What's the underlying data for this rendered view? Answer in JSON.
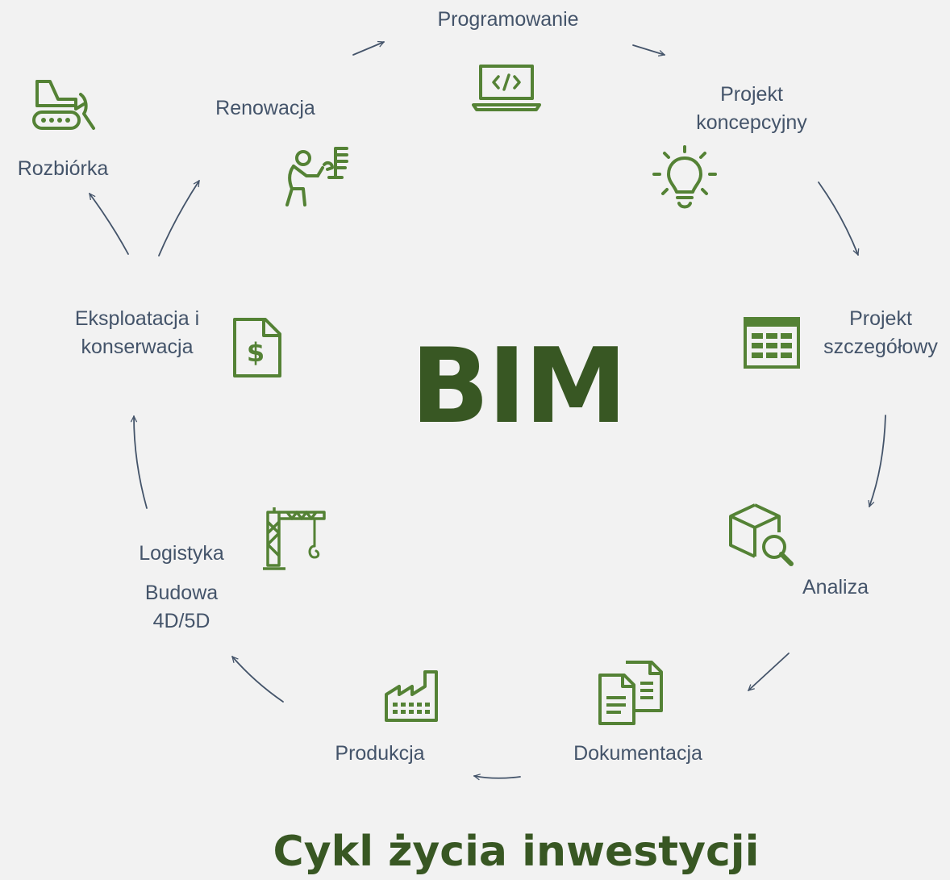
{
  "center_title": "BIM",
  "subtitle": "Cykl życia inwestycji",
  "colors": {
    "green": "#548235",
    "dark_green": "#385723",
    "arrow": "#44546a",
    "label": "#44546a",
    "background": "#f2f2f2"
  },
  "stages": [
    {
      "lines": [
        "Programowanie"
      ],
      "icon": "laptop-code-icon"
    },
    {
      "lines": [
        "Projekt",
        "koncepcyjny"
      ],
      "icon": "lightbulb-icon"
    },
    {
      "lines": [
        "Projekt",
        "szczegółowy"
      ],
      "icon": "spreadsheet-icon"
    },
    {
      "lines": [
        "Analiza"
      ],
      "icon": "cube-search-icon"
    },
    {
      "lines": [
        "Dokumentacja"
      ],
      "icon": "documents-icon"
    },
    {
      "lines": [
        "Produkcja"
      ],
      "icon": "factory-icon"
    },
    {
      "lines": [
        "Logistyka"
      ],
      "icon": "crane-icon"
    },
    {
      "lines": [
        "Budowa",
        "4D/5D"
      ],
      "icon": "crane-icon"
    },
    {
      "lines": [
        "Eksploatacja i",
        "konserwacja"
      ],
      "icon": "invoice-dollar-icon"
    },
    {
      "lines": [
        "Renowacja"
      ],
      "icon": "worker-repair-icon"
    },
    {
      "lines": [
        "Rozbiórka"
      ],
      "icon": "bulldozer-icon"
    }
  ]
}
